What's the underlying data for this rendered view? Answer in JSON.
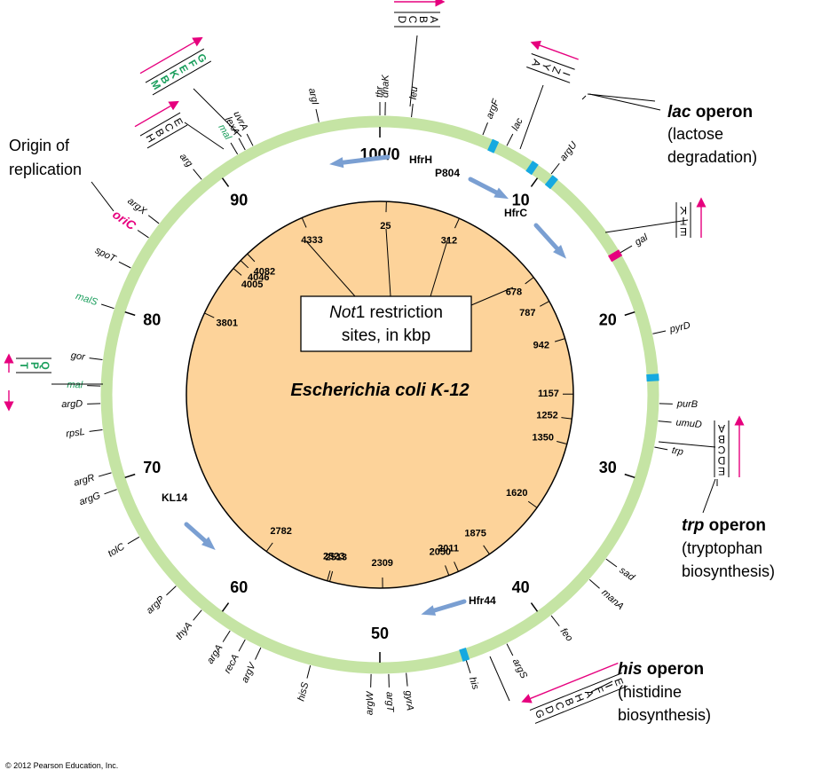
{
  "organism": "Escherichia coli K-12",
  "box": {
    "line1_italic": "Not",
    "line1_rest": "1 restriction",
    "line2": "sites, in kbp"
  },
  "copyright": "© 2012 Pearson Education, Inc.",
  "colors": {
    "ring": "#c5e4a4",
    "inner": "#fdd39a",
    "blue_marker": "#15a9e0",
    "pink_marker": "#e6007e",
    "arrow": "#7a9fd2",
    "green_gene": "#1a9e5c"
  },
  "minutes": [
    {
      "label": "100/0"
    },
    {
      "label": "10"
    },
    {
      "label": "20"
    },
    {
      "label": "30"
    },
    {
      "label": "40"
    },
    {
      "label": "50"
    },
    {
      "label": "60"
    },
    {
      "label": "70"
    },
    {
      "label": "80"
    },
    {
      "label": "90"
    }
  ],
  "genes": [
    {
      "name": "thr",
      "minute": 0
    },
    {
      "name": "dnaK",
      "minute": 0.3
    },
    {
      "name": "leu",
      "minute": 1.8
    },
    {
      "name": "argF",
      "minute": 6
    },
    {
      "name": "lac",
      "minute": 7.5
    },
    {
      "name": "argU",
      "minute": 10.5
    },
    {
      "name": "gal",
      "minute": 16.5
    },
    {
      "name": "pyrD",
      "minute": 21.5
    },
    {
      "name": "purB",
      "minute": 25.5
    },
    {
      "name": "umuD",
      "minute": 26.5
    },
    {
      "name": "trp",
      "minute": 28
    },
    {
      "name": "sad",
      "minute": 35
    },
    {
      "name": "manA",
      "minute": 36.5
    },
    {
      "name": "feo",
      "minute": 39.5
    },
    {
      "name": "argS",
      "minute": 42.5
    },
    {
      "name": "his",
      "minute": 45
    },
    {
      "name": "gyrA",
      "minute": 48.5
    },
    {
      "name": "argT",
      "minute": 49.5
    },
    {
      "name": "argW",
      "minute": 50.5
    },
    {
      "name": "hisS",
      "minute": 54
    },
    {
      "name": "argV",
      "minute": 57
    },
    {
      "name": "recA",
      "minute": 58
    },
    {
      "name": "argA",
      "minute": 59
    },
    {
      "name": "thyA",
      "minute": 61
    },
    {
      "name": "argP",
      "minute": 63
    },
    {
      "name": "tolC",
      "minute": 66.5
    },
    {
      "name": "argG",
      "minute": 69.5
    },
    {
      "name": "argR",
      "minute": 70.5
    },
    {
      "name": "rpsL",
      "minute": 73
    },
    {
      "name": "argD",
      "minute": 74.5
    },
    {
      "name": "mal",
      "minute": 75.5
    },
    {
      "name": "gor",
      "minute": 77
    },
    {
      "name": "malS",
      "minute": 80
    },
    {
      "name": "spoT",
      "minute": 82.5
    },
    {
      "name": "oriC",
      "minute": 84.5
    },
    {
      "name": "argX",
      "minute": 85.5
    },
    {
      "name": "arg",
      "minute": 89
    },
    {
      "name": "mal",
      "minute": 91.5
    },
    {
      "name": "lexA",
      "minute": 92
    },
    {
      "name": "uvrA",
      "minute": 92.5
    },
    {
      "name": "argI",
      "minute": 96.5
    }
  ],
  "notI_sites": [
    {
      "label": "25"
    },
    {
      "label": "312"
    },
    {
      "label": "678"
    },
    {
      "label": "787"
    },
    {
      "label": "942"
    },
    {
      "label": "1157"
    },
    {
      "label": "1252"
    },
    {
      "label": "1350"
    },
    {
      "label": "1620"
    },
    {
      "label": "1875"
    },
    {
      "label": "2011"
    },
    {
      "label": "2050"
    },
    {
      "label": "2309"
    },
    {
      "label": "2513"
    },
    {
      "label": "2523"
    },
    {
      "label": "2782"
    },
    {
      "label": "3801"
    },
    {
      "label": "4005"
    },
    {
      "label": "4046"
    },
    {
      "label": "4082"
    },
    {
      "label": "4333"
    }
  ],
  "hfr_strains": [
    {
      "label": "HfrH"
    },
    {
      "label": "P804"
    },
    {
      "label": "HfrC"
    },
    {
      "label": "KL14"
    },
    {
      "label": "Hfr44"
    }
  ],
  "operons": {
    "lac": {
      "name": "lac",
      "word": "operon",
      "desc1": "(lactose",
      "desc2": "degradation)",
      "genes": [
        "A",
        "Y",
        "Z",
        "I"
      ]
    },
    "trp": {
      "name": "trp",
      "word": "operon",
      "desc1": "(tryptophan",
      "desc2": "biosynthesis)",
      "genes": [
        "A",
        "B",
        "C",
        "D",
        "E"
      ]
    },
    "his": {
      "name": "his",
      "word": "operon",
      "desc1": "(histidine",
      "desc2": "biosynthesis)",
      "genes": [
        "G",
        "D",
        "C",
        "B",
        "H",
        "A",
        "F",
        "I",
        "E"
      ]
    },
    "gal": {
      "genes": [
        "K",
        "T",
        "E"
      ]
    },
    "leu": {
      "genes": [
        "D",
        "C",
        "B",
        "A"
      ]
    },
    "mal_top": {
      "genes": [
        "M",
        "B",
        "K",
        "E",
        "F",
        "G"
      ]
    },
    "arg_top": {
      "genes": [
        "H",
        "B",
        "C",
        "E"
      ]
    },
    "mal_left": {
      "genes": [
        "T",
        "P",
        "Q"
      ]
    }
  },
  "origin": {
    "line1": "Origin of",
    "line2": "replication"
  }
}
